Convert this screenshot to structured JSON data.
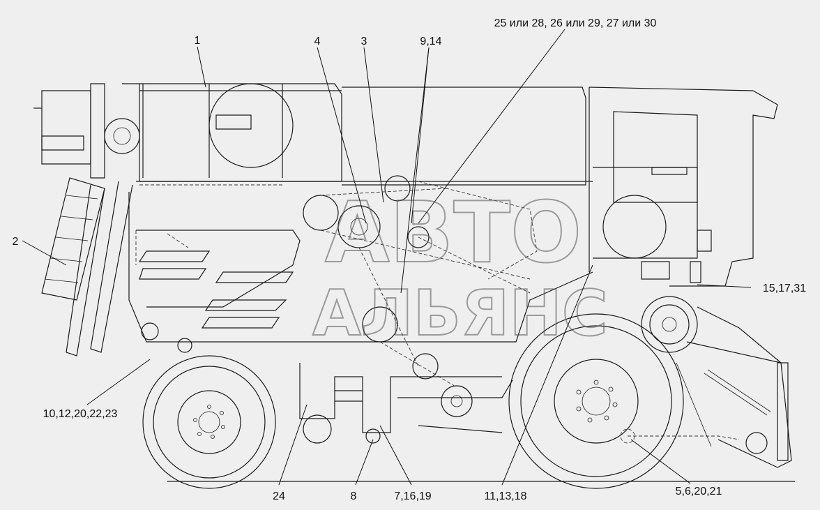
{
  "callouts": {
    "c1": "1",
    "c2": "2",
    "c3": "3",
    "c4": "4",
    "c9_14": "9,14",
    "c25": "25 или 28, 26 или 29, 27 или 30",
    "c15": "15,17,31",
    "c10": "10,12,20,22,23",
    "c24": "24",
    "c8": "8",
    "c7": "7,16,19",
    "c11": "11,13,18",
    "c5": "5,6,20,21"
  },
  "watermark": {
    "line1": "АВТО",
    "line2": "АЛЬЯНС"
  }
}
